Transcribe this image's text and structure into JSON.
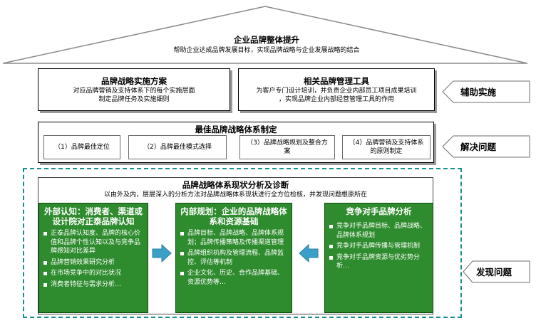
{
  "roof": {
    "title": "企业品牌整体提升",
    "subtitle": "帮助企业达成品牌发展目标，实现品牌战略与企业发展战略的结合"
  },
  "support": {
    "left_box": {
      "title": "品牌战略实施方案",
      "line1": "对应品牌营销及支持体系下的每个实施层面",
      "line2": "制定品牌任务及实施细则"
    },
    "right_box": {
      "title": "相关品牌管理工具",
      "line1": "为客户专门设计培训，并负责企业内部员工项目成果培训",
      "line2": "，实现品牌企业内部经营管理工具的作用"
    },
    "tag": "辅助实施"
  },
  "solve": {
    "title": "最佳品牌战略体系制定",
    "items": [
      "（1）品牌最佳定位",
      "（2）品牌最佳模式选择",
      "（3）品牌战略规划及整合方案",
      "（4）品牌营销及支持体系的原则制定"
    ],
    "tag": "解决问题"
  },
  "discover": {
    "header_title": "品牌战略体系现状分析及诊断",
    "header_sub": "以由外及内，层层深入的分析方法对品牌战略体系现状进行全方位检核，并发现问题根原所在",
    "tag": "发现问题",
    "external": {
      "title": "外部认知：消费者、渠道或设计院对正泰品牌认知",
      "bullets": [
        "正泰品牌认知度、品牌的核心价值和品牌个性认知以及与竞争品牌感知对比差异",
        "品牌营销效果研究分析",
        "在市场竞争中的对比状况",
        "消费者特征与需求分析…"
      ]
    },
    "internal": {
      "title": "内部规划：企业的品牌战略体系和资源基础",
      "bullets": [
        "品牌目标、品牌战略、品牌体系规划；品牌传播策略及传播渠道管理",
        "品牌组织机构及管理流程、品牌监控、评估等机制",
        "企业文化、历史、合作品牌基础、资源优势等…"
      ]
    },
    "competitor": {
      "title": "竞争对手品牌分析",
      "bullets": [
        "竞争对手品牌目标、品牌战略、品牌体系规划",
        "竞争对手品牌传播与管理机制",
        "竞争对手品牌资源与优劣势分析…"
      ]
    }
  },
  "colors": {
    "green": "#2e8b2e",
    "arrow": "#3aa0c8",
    "dashed_border": "#1a8f8f"
  }
}
